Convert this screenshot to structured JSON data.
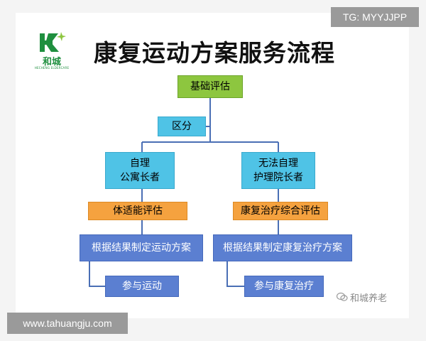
{
  "watermarks": {
    "tg": "TG: MYYJJPP",
    "site": "www.tahuangju.com",
    "wechat": "和城养老"
  },
  "logo": {
    "text": "和城",
    "subtitle": "HECHENG ELDERCARE"
  },
  "title": "康复运动方案服务流程",
  "flow": {
    "root": "基础评估",
    "split": "区分",
    "left_branch": {
      "group_line1": "自理",
      "group_line2": "公寓长者",
      "assessment": "体适能评估",
      "plan": "根据结果制定运动方案",
      "action": "参与运动"
    },
    "right_branch": {
      "group_line1": "无法自理",
      "group_line2": "护理院长者",
      "assessment": "康复治疗综合评估",
      "plan": "根据结果制定康复治疗方案",
      "action": "参与康复治疗"
    }
  },
  "colors": {
    "root": "#8dc63f",
    "group": "#4fc3e6",
    "assessment": "#f5a23f",
    "plan": "#5b7fd1",
    "connector": "#4a6fb5"
  }
}
